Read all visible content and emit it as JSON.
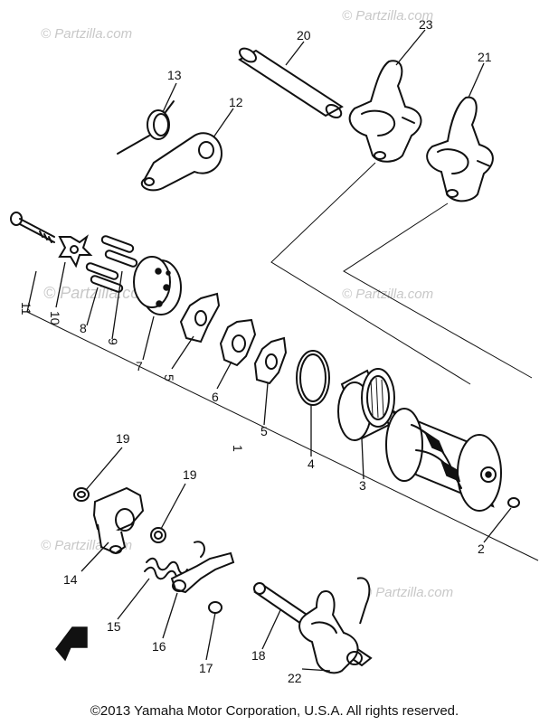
{
  "watermark": "© Partzilla.com",
  "callouts": {
    "p1": "1",
    "p2": "2",
    "p3": "3",
    "p4": "4",
    "p5a": "5",
    "p5b": "5",
    "p6": "6",
    "p7": "7",
    "p8": "8",
    "p9": "9",
    "p10": "10",
    "p11": "11",
    "p12": "12",
    "p13": "13",
    "p14": "14",
    "p15": "15",
    "p16": "16",
    "p17": "17",
    "p18": "18",
    "p19a": "19",
    "p19b": "19",
    "p20": "20",
    "p21": "21",
    "p22": "22",
    "p23": "23"
  },
  "footer": {
    "copyright": "©2013 Yamaha Motor Corporation, U.S.A. All rights reserved."
  }
}
